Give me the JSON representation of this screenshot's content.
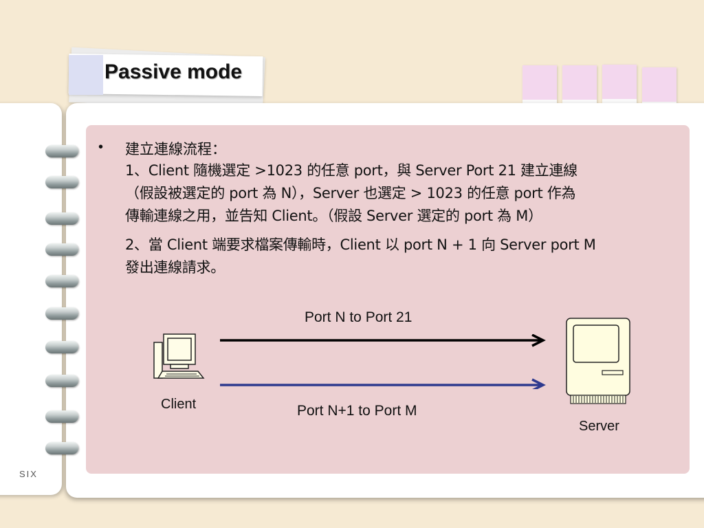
{
  "title": "Passive mode",
  "footer_label": "SIX",
  "content": {
    "bullet": "•",
    "heading": "建立連線流程：",
    "step1_lines": [
      "1、Client 隨機選定 >1023 的任意 port，與 Server Port 21 建立連線",
      "（假設被選定的 port 為 N），Server 也選定 > 1023 的任意 port 作為",
      "傳輸連線之用，並告知 Client。（假設 Server 選定的 port 為 M）"
    ],
    "step2_lines": [
      "2、當 Client 端要求檔案傳輸時，Client 以 port N + 1 向 Server port M",
      "發出連線請求。"
    ]
  },
  "diagram": {
    "arrow1_label": "Port N to Port 21",
    "arrow2_label": "Port N+1 to Port M",
    "client_label": "Client",
    "server_label": "Server",
    "arrow1_color": "#000000",
    "arrow2_color": "#2e3a8f",
    "client_icon": "computer-icon",
    "server_icon": "server-icon"
  },
  "colors": {
    "background": "#f6ead3",
    "panel": "#ecd0d2",
    "tab": "#f3d7ee"
  }
}
